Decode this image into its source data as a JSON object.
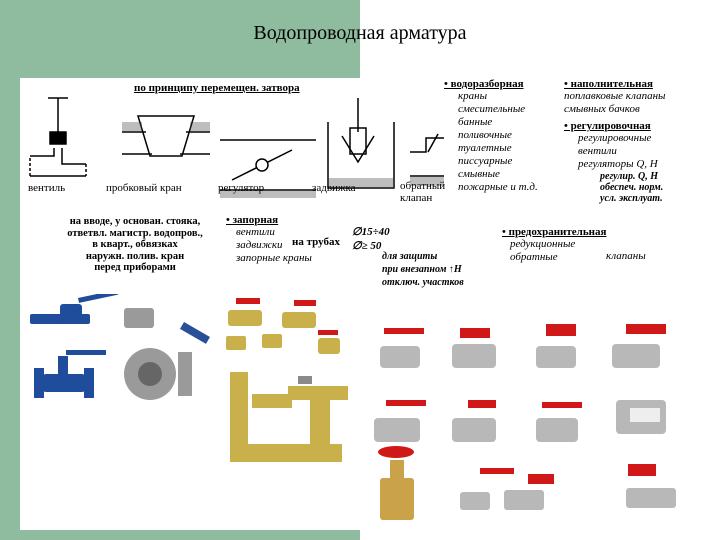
{
  "title": "Водопроводная арматура",
  "diagram": {
    "heading": "по принципу перемещен. затвора",
    "labels": [
      "вентиль",
      "пробковый кран",
      "регулятор",
      "задвижка",
      "обратный клапан"
    ]
  },
  "intake": {
    "lines": [
      "на вводе, у основан. стояка,",
      "ответвл. магистр. водопров.,",
      "в кварт., обвязках",
      "наружн. полив. кран",
      "перед приборами"
    ]
  },
  "valves_shutoff": {
    "title": "• запорная",
    "items": [
      "вентили",
      "задвижки",
      "запорные краны"
    ],
    "pipe_label": "на трубах",
    "d_range": "∅15÷40",
    "d_min": "∅≥ 50"
  },
  "valves_drawoff": {
    "title": "• водоразборная",
    "items": [
      "краны",
      "смесительные",
      "банные",
      "поливочные",
      "туалетные",
      "писсуарные",
      "смывные",
      "пожарные и т.д."
    ]
  },
  "valves_filling": {
    "title": "• наполнительная",
    "items": [
      "поплавковые клапаны",
      "смывных бачков"
    ]
  },
  "valves_regulating": {
    "title": "• регулировочная",
    "items": [
      "регулировочные",
      "вентили",
      "регуляторы Q, Н"
    ],
    "note": [
      "регулир. Q, Н",
      "обеспеч. норм.",
      "усл. эксплуат."
    ]
  },
  "valves_safety": {
    "title": "• предохранительная",
    "items": [
      "редукционные",
      "обратные",
      "клапаны"
    ],
    "note": [
      "для защиты",
      "при внезапном ↑Н",
      "отключ. участков"
    ]
  },
  "colors": {
    "green": "#8fbc9f",
    "blue_valve": "#1f4d9c",
    "red_handle": "#d01818",
    "brass": "#c9b04a",
    "steel": "#b8b8b8"
  }
}
